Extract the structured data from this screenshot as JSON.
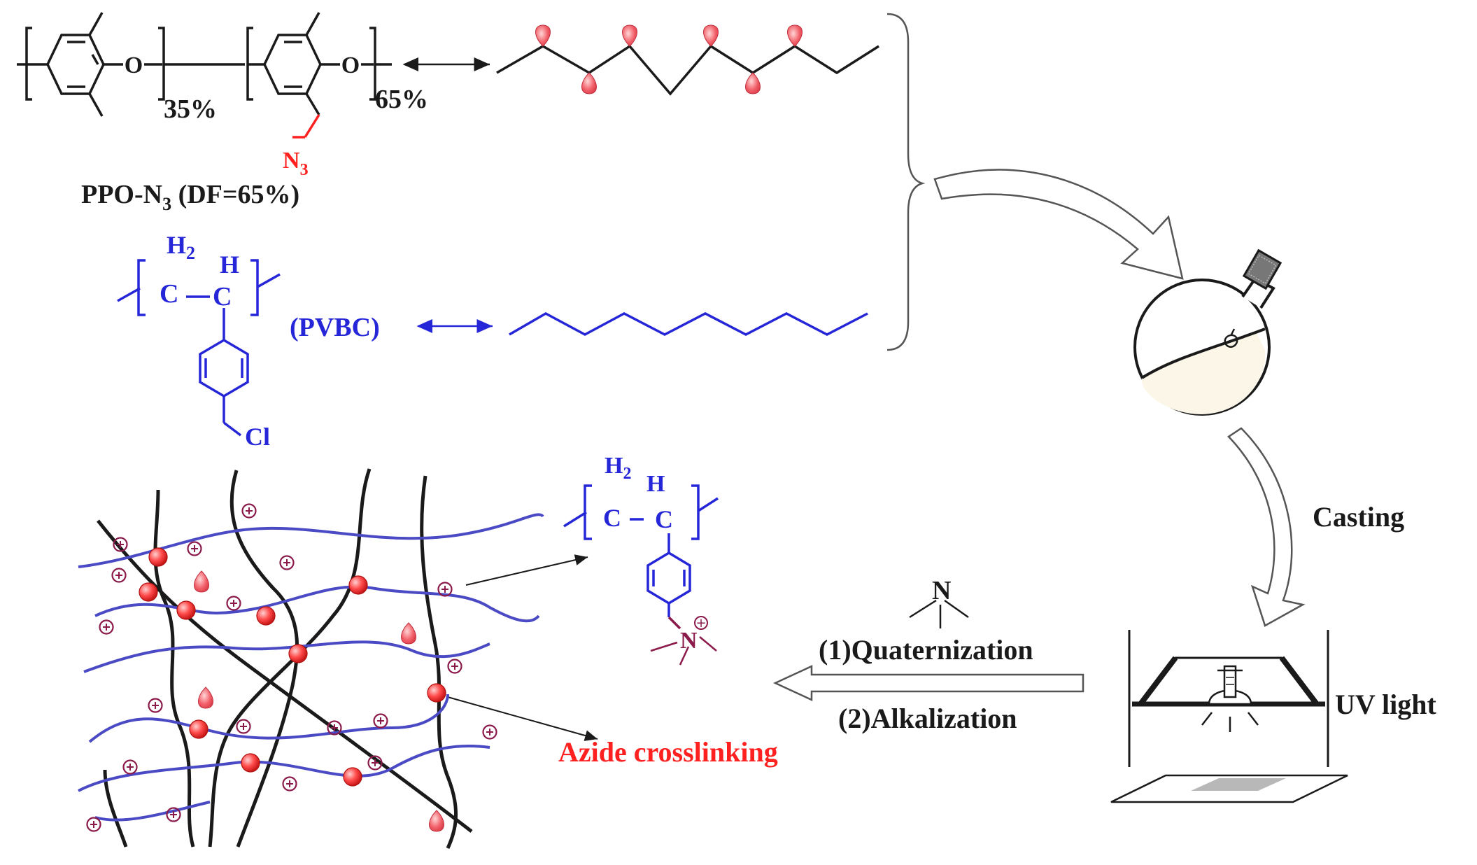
{
  "colors": {
    "black": "#1a1a1a",
    "blue": "#2626d9",
    "network_blue": "#4a4ac4",
    "red": "#ff2020",
    "lobe": "#f2606a",
    "cation": "#8b1a4a"
  },
  "icons": [
    "brace-icon",
    "flow-arrow-icon",
    "round-bottom-flask-icon",
    "uv-chamber-icon",
    "uv-lamp-icon",
    "membrane-sheet-icon",
    "cation-plus-icon"
  ],
  "ppo": {
    "o_left": "O",
    "o_right": "O",
    "pct_35": "35%",
    "pct_65": "65%",
    "azide_n": "N",
    "azide_sub": "3",
    "caption_main": "PPO-N",
    "caption_sub": "3",
    "caption_tail": " (DF=65%)"
  },
  "pvbc": {
    "h2_h": "H",
    "h2_sub": "2",
    "h": "H",
    "c1": "C",
    "c2": "C",
    "cl": "Cl",
    "label": "(PVBC)"
  },
  "qa": {
    "h2_h": "H",
    "h2_sub": "2",
    "h": "H",
    "c1": "C",
    "c2": "C",
    "n": "N",
    "charge": "+"
  },
  "amine": {
    "n": "N"
  },
  "steps": {
    "casting": "Casting",
    "uv": "UV light",
    "quaternization": "(1)Quaternization",
    "alkalization": "(2)Alkalization",
    "azide_crosslinking": "Azide crosslinking"
  }
}
